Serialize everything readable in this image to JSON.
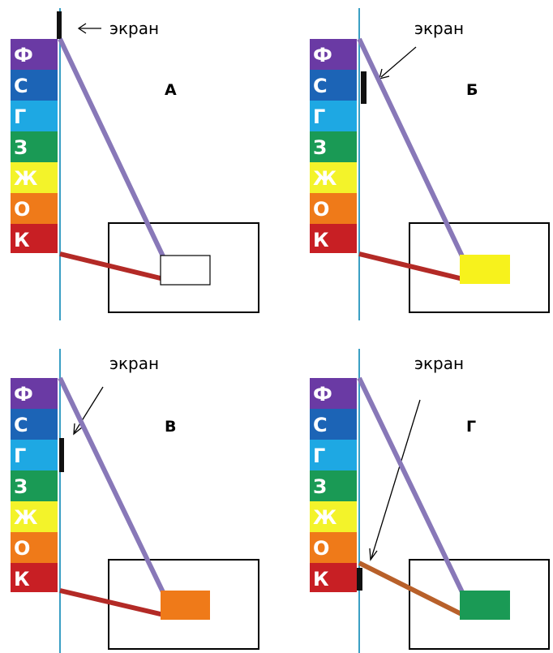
{
  "screen_label": "экран",
  "spectrum_bands": [
    {
      "letter": "Ф",
      "color": "#6a3aa4"
    },
    {
      "letter": "С",
      "color": "#1c64b6"
    },
    {
      "letter": "Г",
      "color": "#1ea8e3"
    },
    {
      "letter": "З",
      "color": "#1a9a55"
    },
    {
      "letter": "Ж",
      "color": "#f3f32a"
    },
    {
      "letter": "О",
      "color": "#ef7a19"
    },
    {
      "letter": "К",
      "color": "#c81f24"
    }
  ],
  "panels": [
    {
      "label": "А",
      "target_fill": "#ffffff"
    },
    {
      "label": "Б",
      "target_fill": "#f7f21c"
    },
    {
      "label": "В",
      "target_fill": "#ef7a19"
    },
    {
      "label": "Г",
      "target_fill": "#1a9a55"
    }
  ],
  "colors": {
    "vertical_line": "#3a9fc4",
    "violet_ray": "#8878b8",
    "red_ray": "#b32a26",
    "orange_ray": "#b8602a",
    "screen": "#111111"
  }
}
